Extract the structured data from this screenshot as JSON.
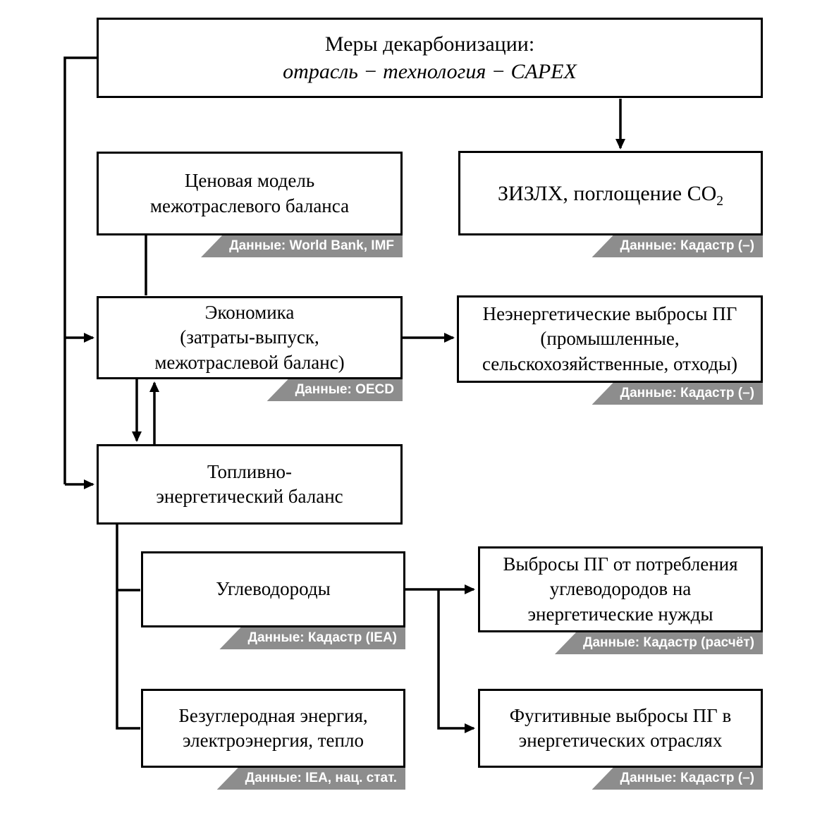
{
  "boxes": {
    "measures": {
      "line1": "Меры декарбонизации:",
      "line2": "отрасль − технология − CAPEX"
    },
    "price_model": {
      "line1": "Ценовая модель",
      "line2": "межотраслевого баланса",
      "tag": "Данные: World Bank, IMF"
    },
    "lulucf": {
      "text": "ЗИЗЛХ, поглощение CO",
      "sub": "2",
      "tag": "Данные: Кадастр (–)"
    },
    "economy": {
      "line1": "Экономика",
      "line2": "(затраты-выпуск,",
      "line3": "межотраслевой баланс)",
      "tag": "Данные: OECD"
    },
    "non_energy": {
      "line1": "Неэнергетические выбросы ПГ",
      "line2": "(промышленные,",
      "line3": "сельскохозяйственные, отходы)",
      "tag": "Данные: Кадастр (–)"
    },
    "energy_balance": {
      "line1": "Топливно-",
      "line2": "энергетический баланс"
    },
    "hydrocarbons": {
      "line1": "Углеводороды",
      "tag": "Данные: Кадастр (IEA)"
    },
    "combustion": {
      "line1": "Выбросы ПГ от потребления",
      "line2": "углеводородов на",
      "line3": "энергетические нужды",
      "tag": "Данные: Кадастр (расчёт)"
    },
    "carbon_free": {
      "line1": "Безуглеродная энергия,",
      "line2": "электроэнергия, тепло",
      "tag": "Данные: IEA, нац. стат."
    },
    "fugitive": {
      "line1": "Фугитивные выбросы ПГ в",
      "line2": "энергетических отраслях",
      "tag": "Данные: Кадастр (–)"
    }
  },
  "colors": {
    "border": "#000000",
    "tag_bg": "#8d8d8d",
    "tag_text": "#ffffff"
  }
}
